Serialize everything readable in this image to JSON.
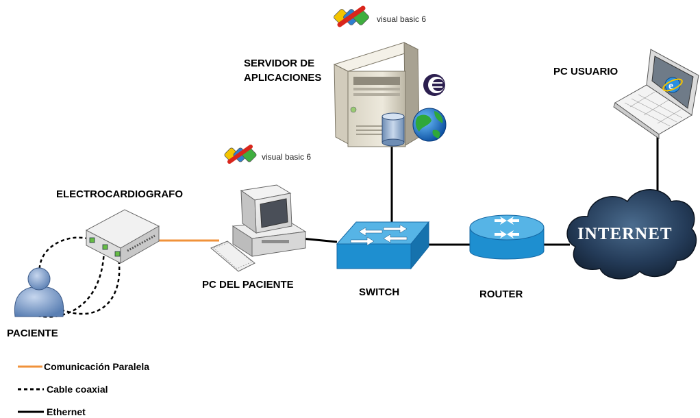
{
  "labels": {
    "servidor_line1": "SERVIDOR DE",
    "servidor_line2": "APLICACIONES",
    "pc_usuario": "PC USUARIO",
    "electrocardiografo": "ELECTROCARDIOGRAFO",
    "pc_paciente": "PC DEL  PACIENTE",
    "switch": "SWITCH",
    "router": "ROUTER",
    "paciente": "PACIENTE",
    "internet": "INTERNET"
  },
  "badges": {
    "vb_top": "visual basic 6",
    "vb_pc": "visual basic 6"
  },
  "legend": {
    "parallel": "Comunicación Paralela",
    "coaxial": "Cable coaxial",
    "ethernet": "Ethernet"
  },
  "colors": {
    "parallel_line": "#f0923a",
    "ethernet_line": "#000000",
    "coaxial_line": "#000000",
    "device_blue": "#1e8fd0",
    "cloud_dark": "#1f3550",
    "patient_blue": "#7c9cc6"
  },
  "icons": {
    "vb_logo": "visual-basic-logo-icon",
    "eclipse": "eclipse-icon",
    "globe": "globe-icon",
    "database": "database-icon",
    "ie": "internet-explorer-icon"
  }
}
